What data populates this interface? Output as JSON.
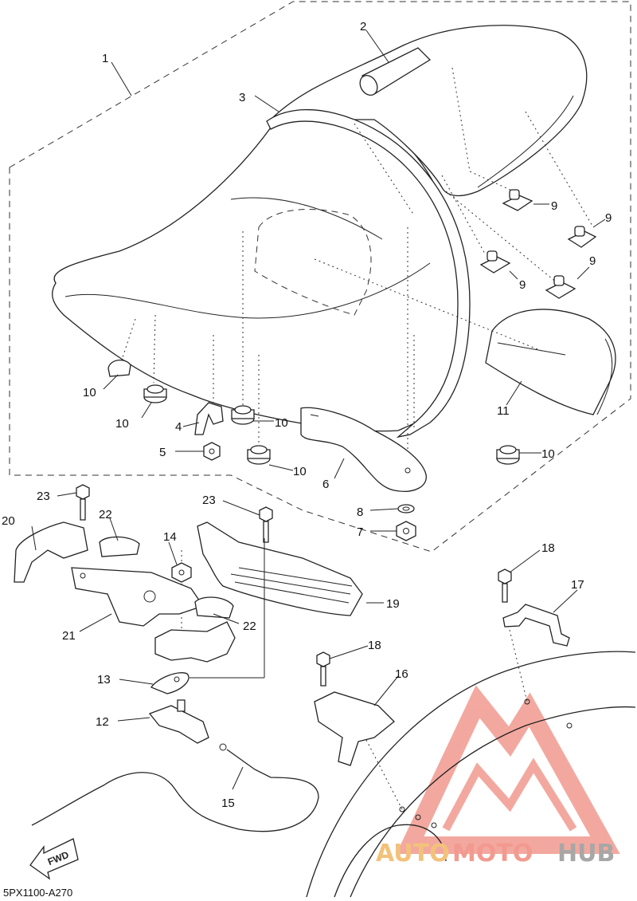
{
  "diagram_code": "5PX1100-A270",
  "fwd_label": "FWD",
  "watermark": {
    "text_auto": "AUTO",
    "text_moto": "MOTO",
    "text_hub": "HUB",
    "colors": {
      "triangle": "#f29a8f",
      "auto": "#f2c27a",
      "moto": "#f29a8f",
      "hub": "#a7a7a7"
    }
  },
  "callouts": {
    "c1": "1",
    "c2": "2",
    "c3": "3",
    "c4": "4",
    "c5": "5",
    "c6": "6",
    "c7": "7",
    "c8": "8",
    "c9a": "9",
    "c9b": "9",
    "c9c": "9",
    "c9d": "9",
    "c10a": "10",
    "c10b": "10",
    "c10c": "10",
    "c10d": "10",
    "c10e": "10",
    "c11": "11",
    "c12": "12",
    "c13": "13",
    "c14": "14",
    "c15": "15",
    "c16": "16",
    "c17": "17",
    "c18a": "18",
    "c18b": "18",
    "c19": "19",
    "c20": "20",
    "c21": "21",
    "c22a": "22",
    "c22b": "22",
    "c23a": "23",
    "c23b": "23"
  }
}
